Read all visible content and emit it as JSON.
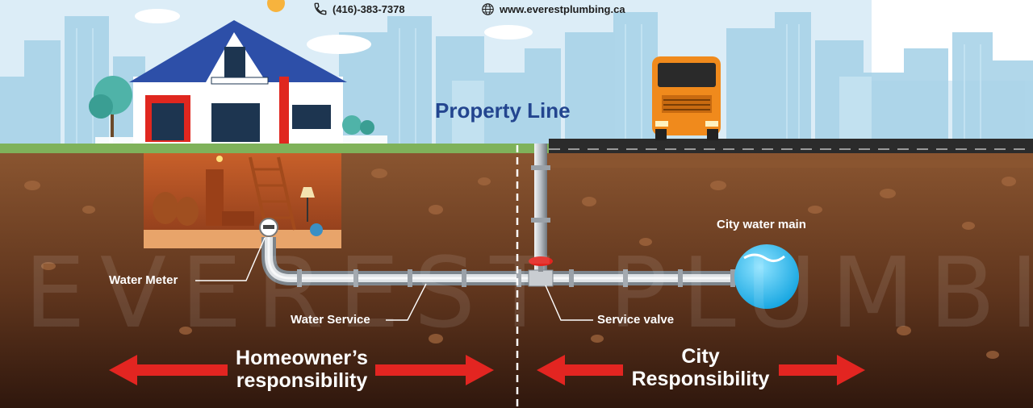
{
  "header": {
    "phone_icon": "phone-icon",
    "phone": "(416)-383-7378",
    "web_icon": "globe-icon",
    "website": "www.everestplumbing.ca"
  },
  "diagram": {
    "property_line": "Property Line",
    "city_water_main": "City water main",
    "water_meter": "Water Meter",
    "water_service": "Water Service",
    "service_valve": "Service valve",
    "homeowner_resp": [
      "Homeowner’s",
      "responsibility"
    ],
    "city_resp": [
      "City",
      "Responsibility"
    ],
    "watermark": "EVEREST PLUMBING"
  },
  "colors": {
    "sky": "#d9ecf6",
    "grass": "#7fb25a",
    "soil_top": "#8a5530",
    "soil_bottom": "#3a1e12",
    "arrow": "#e32521",
    "property_line_text": "#23458f",
    "water_main": "#2bb5e8",
    "truck": "#f08a1c",
    "roof": "#2d4fa8"
  }
}
